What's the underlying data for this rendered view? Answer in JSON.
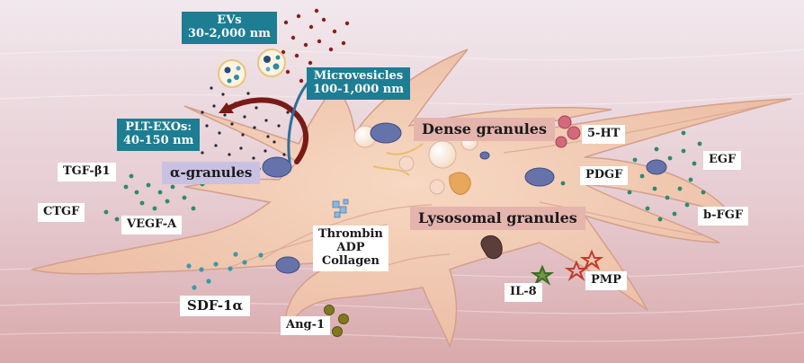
{
  "colors": {
    "background_top": "#efe6ea",
    "background_bottom": "#e0b8ba",
    "platelet_body": "#f3cdb5",
    "platelet_edge": "#d39c8a",
    "label_teal": "#1d7d92",
    "label_pink": "#e5b4ad",
    "label_lilac": "#c9c1e2",
    "dot_dark": "#2a2a40",
    "dot_red": "#8a1a1a",
    "dot_green": "#2e8a66",
    "dot_olive": "#7a7a20",
    "dot_teal": "#3a9aa6",
    "granule_blue": "#5a6aa6"
  },
  "labels": {
    "evs_title": "EVs",
    "evs_size": "30-2,000 nm",
    "microvesicles_title": "Microvesicles",
    "microvesicles_size": "100-1,000 nm",
    "plt_exos_title": "PLT-EXOs:",
    "plt_exos_size": "40-150 nm",
    "dense_granules": "Dense granules",
    "alpha_granules": "α-granules",
    "lysosomal_granules": "Lysosomal granules",
    "serotonin": "5-HT",
    "tgf_b1": "TGF-β1",
    "ctgf": "CTGF",
    "vegf_a": "VEGF-A",
    "pdgf": "PDGF",
    "egf": "EGF",
    "b_fgf": "b-FGF",
    "thrombin": "Thrombin",
    "adp": "ADP",
    "collagen": "Collagen",
    "sdf_1a": "SDF-1α",
    "il_8": "IL-8",
    "pmp": "PMP",
    "ang_1": "Ang-1"
  },
  "icons": {
    "exosome_cluster": "exosome-cluster-icon",
    "microvesicle_cluster": "microvesicle-cluster-icon",
    "release_arrow": "curved-arrow-icon",
    "pmp_star": "star-particle-icon"
  }
}
